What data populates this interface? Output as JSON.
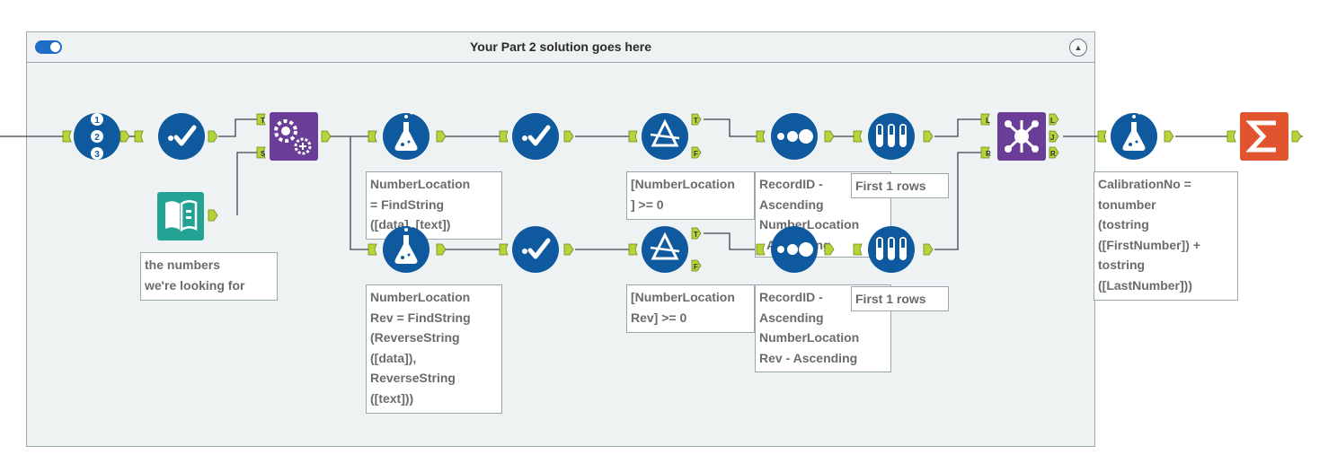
{
  "container": {
    "title": "Your Part 2 solution goes here",
    "collapse_glyph": "▲"
  },
  "annotations": {
    "text_input": "the numbers\nwe're looking for",
    "formula_top": "NumberLocation\n= FindString\n([data], [text])",
    "formula_bottom": "NumberLocation\nRev = FindString\n(ReverseString\n([data]),\nReverseString\n([text]))",
    "filter_top": "[NumberLocation\n] >= 0",
    "filter_bottom": "[NumberLocation\nRev] >= 0",
    "sort_top": "RecordID -\nAscending\nNumberLocation\n- Ascending",
    "sort_bottom": "RecordID -\nAscending\nNumberLocation\nRev - Ascending",
    "sample_top": "First 1 rows",
    "sample_bottom": "First 1 rows",
    "formula_final": "CalibrationNo =\ntonumber\n(tostring\n([FirstNumber]) +\ntostring\n([LastNumber]))"
  },
  "anchors": {
    "true": "T",
    "false": "F",
    "source": "S",
    "left": "L",
    "join": "J",
    "right": "R"
  },
  "colors": {
    "tool_blue": "#0f5a9e",
    "container_bg": "#eef2f3",
    "connector": "#3d4448",
    "anchor_green": "#b6d33a",
    "batch_purple": "#6a3d97",
    "input_teal": "#22a394",
    "summarize_orange": "#e0542f"
  },
  "icons": [
    "record-id-icon",
    "select-icon",
    "batch-macro-icon",
    "text-input-icon",
    "formula-icon",
    "filter-icon",
    "sort-icon",
    "sample-icon",
    "join-icon",
    "summarize-icon"
  ]
}
